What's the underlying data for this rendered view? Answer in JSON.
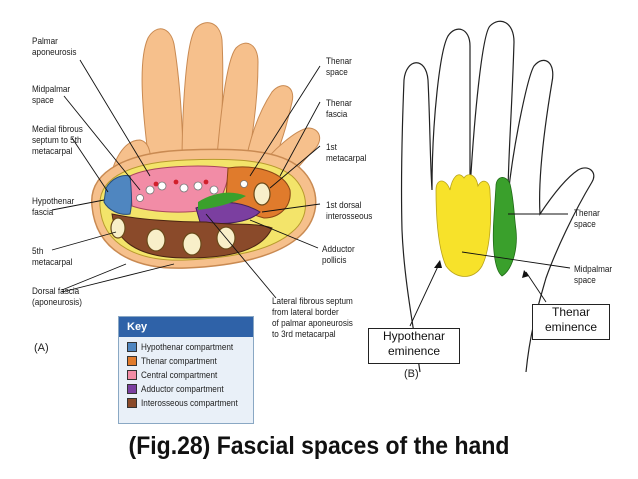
{
  "figure_a": {
    "panel_label": "(A)",
    "left_labels": {
      "palmar_aponeurosis": "Palmar\naponeurosis",
      "midpalmar_space": "Midpalmar\nspace",
      "medial_fibrous_septum": "Medial fibrous\nseptum to 5th\nmetacarpal",
      "hypothenar_fascia": "Hypothenar\nfascia",
      "fifth_metacarpal": "5th\nmetacarpal",
      "dorsal_fascia": "Dorsal fascia\n(aponeurosis)"
    },
    "right_labels": {
      "thenar_space": "Thenar\nspace",
      "thenar_fascia": "Thenar\nfascia",
      "first_metacarpal": "1st\nmetacarpal",
      "first_dorsal_interosseous": "1st dorsal\ninterosseous",
      "adductor_pollicis": "Adductor\npollicis"
    },
    "lateral_septum": "Lateral fibrous septum\nfrom lateral border\nof palmar aponeurosis\nto 3rd metacarpal",
    "key": {
      "title": "Key",
      "items": [
        {
          "label": "Hypothenar compartment",
          "color": "#4f86c0"
        },
        {
          "label": "Thenar compartment",
          "color": "#e07b2c"
        },
        {
          "label": "Central compartment",
          "color": "#f28ca6"
        },
        {
          "label": "Adductor compartment",
          "color": "#7b3fa0"
        },
        {
          "label": "Interosseous compartment",
          "color": "#8a4a2a"
        }
      ]
    }
  },
  "figure_b": {
    "panel_label": "(B)",
    "thenar_space": "Thenar\nspace",
    "midpalmar_space": "Midpalmar\nspace",
    "hypothenar_eminence": "Hypothenar\neminence",
    "thenar_eminence": "Thenar\neminence"
  },
  "caption": "(Fig.28) Fascial spaces of the hand",
  "colors": {
    "skin": "#f6c08c",
    "yellow_space": "#f7e22a",
    "green_space": "#3aa02c",
    "key_header": "#2f62a8"
  }
}
